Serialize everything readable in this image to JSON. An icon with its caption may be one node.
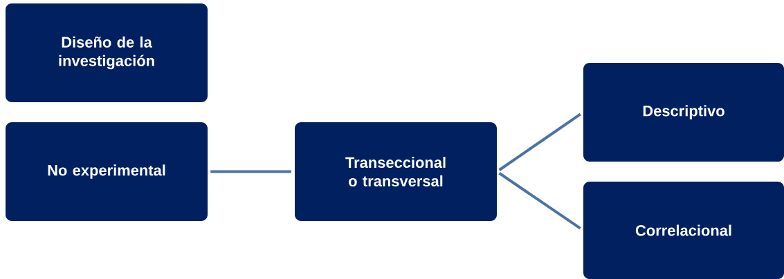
{
  "diagram": {
    "nodes": [
      {
        "text": [
          "Diseño de la investigación"
        ]
      },
      {
        "text": [
          "No experimental"
        ]
      },
      {
        "text": [
          "Transeccional o transversal"
        ]
      },
      {
        "text": [
          "Descriptivo"
        ]
      },
      {
        "text": [
          "Correlacional"
        ]
      }
    ],
    "edges": [
      {
        "from": 1,
        "to": 2,
        "arrow": "none"
      },
      {
        "from": 2,
        "to": 3,
        "arrow": "none"
      },
      {
        "from": 2,
        "to": 4,
        "arrow": "none"
      }
    ]
  }
}
